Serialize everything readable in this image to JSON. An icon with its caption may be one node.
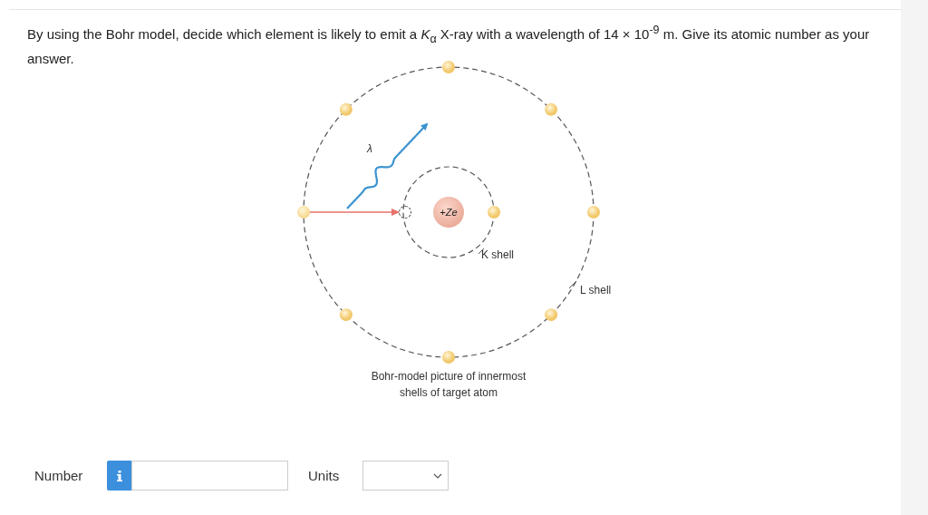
{
  "diagram": {
    "caption": "Bohr-model picture of innermost shells of target atom",
    "nodes": [
      {
        "text": [
          "+Ze"
        ]
      },
      {
        "text": [],
        "shape": "circle"
      },
      {
        "text": [],
        "shape": "circle"
      }
    ],
    "edges": [
      {
        "from": 1,
        "to": 2,
        "arrow": "to",
        "color": "#e8706a"
      }
    ],
    "labels": [
      "By using the Bohr model, decide which element is likely to emit a *K*$_{α}$ X-ray with a wavelength of 14 × 10$^{-9}$ m. Give its atomic number as your answer.",
      "λ",
      "K shell",
      "L shell",
      "Number",
      "Units"
    ]
  }
}
